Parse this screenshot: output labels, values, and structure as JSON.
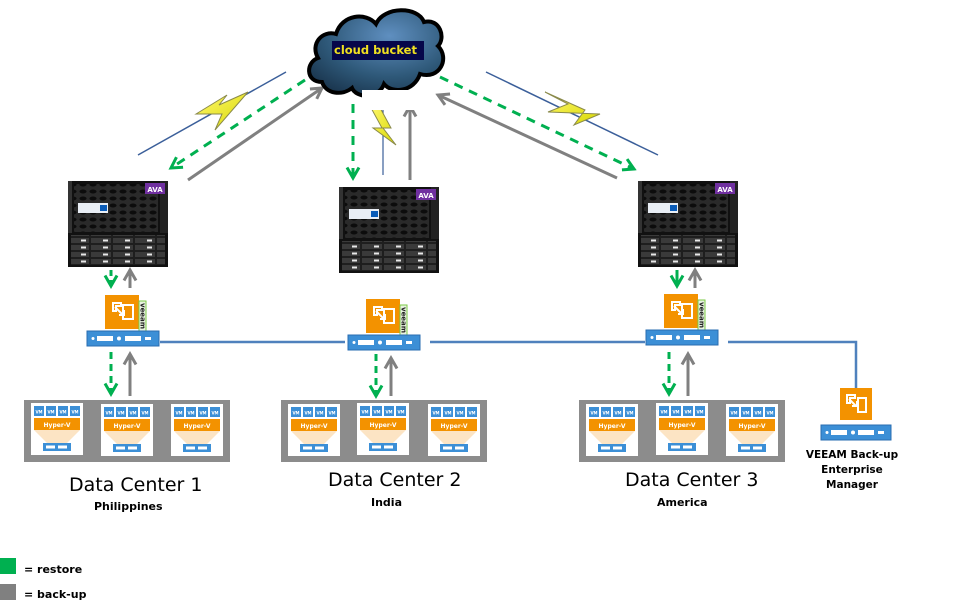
{
  "cloud": {
    "label": "cloud bucket"
  },
  "appliance": {
    "badge": "AVA"
  },
  "veeam": {
    "brand": "veeam"
  },
  "host": {
    "vm_label": "VM",
    "hypervisor_label": "Hyper-V"
  },
  "data_centers": [
    {
      "title": "Data Center 1",
      "location": "Philippines"
    },
    {
      "title": "Data Center 2",
      "location": "India"
    },
    {
      "title": "Data Center 3",
      "location": "America"
    }
  ],
  "enterprise_manager": {
    "lines": [
      "VEEAM Back-up",
      "Enterprise",
      "Manager"
    ]
  },
  "legend": [
    {
      "label": "= restore",
      "color": "#00b050"
    },
    {
      "label": "= back-up",
      "color": "#808080"
    }
  ],
  "colors": {
    "restore": "#00b050",
    "backup": "#808080",
    "network": "#4f81bd",
    "veeam_orange": "#f39200",
    "ava_purple": "#7030a0",
    "server_blue": "#3c8fd6",
    "bolt_yellow": "#f2f200"
  }
}
